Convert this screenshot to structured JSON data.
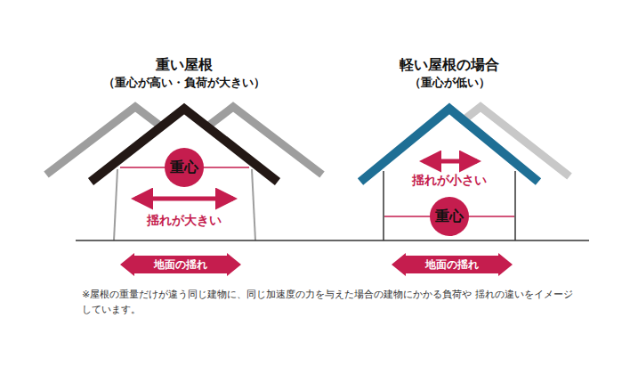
{
  "diagram": {
    "caption": "※屋根の重量だけが違う同じ建物に、同じ加速度の力を与えた場合の建物にかかる負荷や 揺れの違いをイメージしています。",
    "nodes": [
      {
        "text": [
          "重い屋根",
          "（重心が高い・負荷が大きい）"
        ]
      },
      {
        "text": [
          "重心"
        ],
        "in": 0
      },
      {
        "text": [
          "地面の揺れ"
        ]
      },
      {
        "text": [
          "軽い屋根の場合",
          "（重心が低い）"
        ]
      },
      {
        "text": [
          "重心"
        ],
        "in": 3
      },
      {
        "text": [
          "地面の揺れ"
        ]
      }
    ],
    "labels": [
      "揺れが大きい",
      "揺れが小さい"
    ]
  }
}
